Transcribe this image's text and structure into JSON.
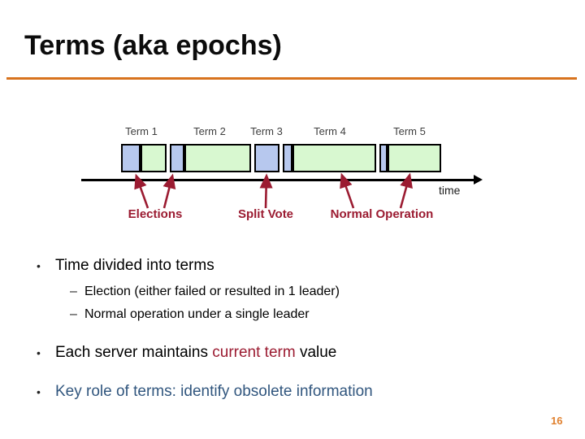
{
  "slide": {
    "title": "Terms (aka epochs)",
    "page_number": "16",
    "accent_color": "#d8731e"
  },
  "diagram": {
    "terms": [
      {
        "label": "Term 1",
        "segments": [
          "election",
          "normal"
        ]
      },
      {
        "label": "Term 2",
        "segments": [
          "election",
          "normal"
        ]
      },
      {
        "label": "Term 3",
        "segments": [
          "election"
        ]
      },
      {
        "label": "Term 4",
        "segments": [
          "election",
          "normal"
        ]
      },
      {
        "label": "Term 5",
        "segments": [
          "election",
          "normal"
        ]
      }
    ],
    "time_label": "time",
    "annotations": {
      "elections": "Elections",
      "split_vote": "Split Vote",
      "normal_operation": "Normal Operation"
    },
    "colors": {
      "election_fill": "#b7c8ee",
      "normal_fill": "#d8f8d0",
      "arrow": "#9b1b31"
    }
  },
  "bullets": {
    "glyph": "•",
    "dash": "–",
    "item1": "Time divided into terms",
    "item1_sub1": "Election (either failed or resulted in 1 leader)",
    "item1_sub2": "Normal operation under a single leader",
    "item2_pre": "Each server maintains ",
    "item2_highlight": "current term",
    "item2_post": " value",
    "item3": "Key role of terms: identify obsolete information"
  }
}
